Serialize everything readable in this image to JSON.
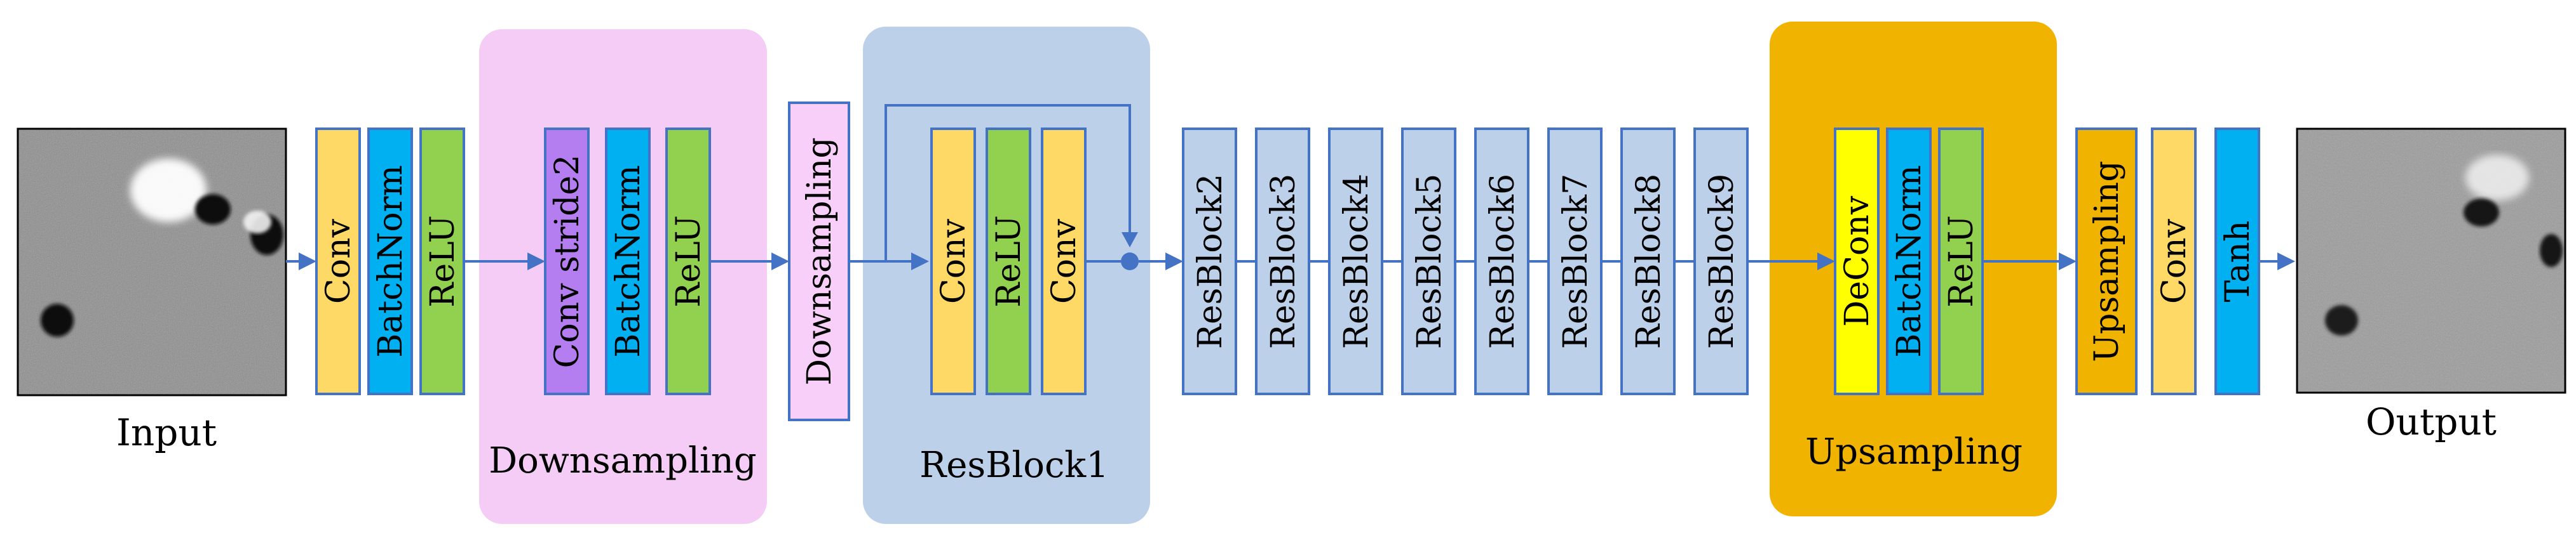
{
  "input": {
    "label": "Input"
  },
  "output": {
    "label": "Output"
  },
  "stem": [
    {
      "label": "Conv",
      "fill": "#FFD966"
    },
    {
      "label": "BatchNorm",
      "fill": "#00B0F0"
    },
    {
      "label": "ReLU",
      "fill": "#92D050"
    }
  ],
  "downsampling_group": {
    "title": "Downsampling",
    "bg": "#F4CCF6",
    "blocks": [
      {
        "label": "Conv stride2",
        "fill": "#B57EF0"
      },
      {
        "label": "BatchNorm",
        "fill": "#00B0F0"
      },
      {
        "label": "ReLU",
        "fill": "#92D050"
      }
    ]
  },
  "downsampling_block": {
    "label": "Downsampling",
    "fill": "#F8CFF8"
  },
  "resblock1": {
    "title": "ResBlock1",
    "bg": "#BCD0EA",
    "blocks": [
      {
        "label": "Conv",
        "fill": "#FFD966"
      },
      {
        "label": "ReLU",
        "fill": "#92D050"
      },
      {
        "label": "Conv",
        "fill": "#FFD966"
      }
    ]
  },
  "resblocks": [
    "ResBlock2",
    "ResBlock3",
    "ResBlock4",
    "ResBlock5",
    "ResBlock6",
    "ResBlock7",
    "ResBlock8",
    "ResBlock9"
  ],
  "resblock_fill": "#BCD0EA",
  "upsampling_group": {
    "title": "Upsampling",
    "bg": "#F0B400",
    "blocks": [
      {
        "label": "DeConv",
        "fill": "#FFFF00"
      },
      {
        "label": "BatchNorm",
        "fill": "#00B0F0"
      },
      {
        "label": "ReLU",
        "fill": "#92D050"
      }
    ]
  },
  "head": [
    {
      "label": "Upsampling",
      "fill": "#F0B400"
    },
    {
      "label": "Conv",
      "fill": "#FFD966"
    },
    {
      "label": "Tanh",
      "fill": "#00B0F0"
    }
  ],
  "colors": {
    "arrow": "#4472C4",
    "border": "#4472C4"
  }
}
